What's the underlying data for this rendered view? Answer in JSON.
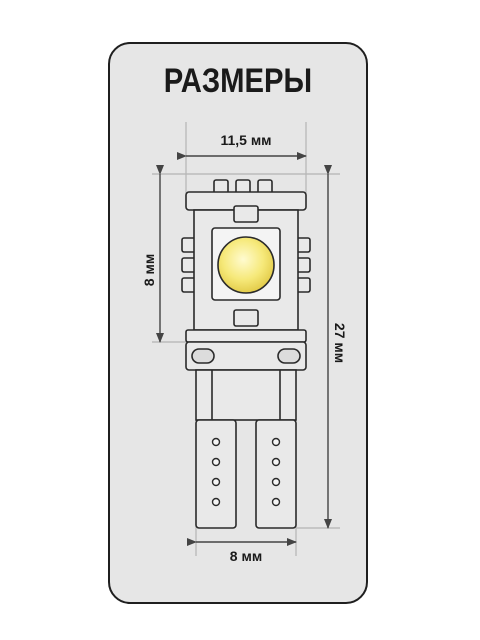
{
  "title": "РАЗМЕРЫ",
  "dimensions": {
    "width_top": "11,5 мм",
    "height_left": "8 мм",
    "length_right": "27 мм",
    "width_bottom": "8 мм"
  },
  "colors": {
    "card_background": "#e6e6e6",
    "card_border": "#1f1f1f",
    "bulb_body": "#e9e9e9",
    "led_chip": "#f6e97a",
    "dimension_line": "#b4b4b4",
    "arrow": "#444444"
  },
  "icons": {
    "led_chip": "smd-led-chip-icon",
    "bulb": "t10-led-bulb-icon"
  }
}
